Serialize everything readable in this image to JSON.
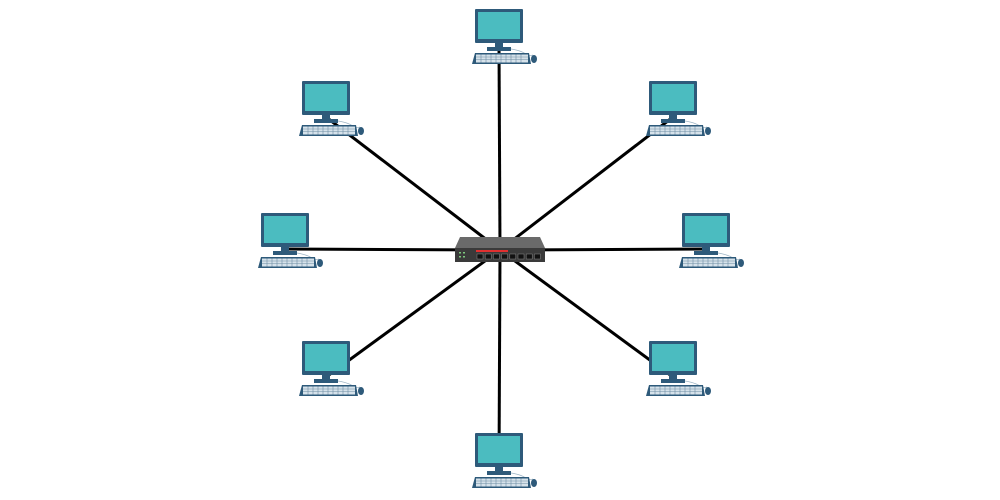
{
  "diagram": {
    "type": "star-topology",
    "hub": {
      "kind": "network-switch",
      "ports": 8
    },
    "nodes": [
      {
        "id": "pc-top",
        "kind": "computer"
      },
      {
        "id": "pc-top-right",
        "kind": "computer"
      },
      {
        "id": "pc-right",
        "kind": "computer"
      },
      {
        "id": "pc-bottom-right",
        "kind": "computer"
      },
      {
        "id": "pc-bottom",
        "kind": "computer"
      },
      {
        "id": "pc-bottom-left",
        "kind": "computer"
      },
      {
        "id": "pc-left",
        "kind": "computer"
      },
      {
        "id": "pc-top-left",
        "kind": "computer"
      }
    ],
    "colors": {
      "monitor_frame": "#2e5a7a",
      "screen": "#4bbcc0",
      "link": "#000000",
      "switch_body": "#3a3a3a",
      "switch_accent": "#e03030"
    }
  }
}
